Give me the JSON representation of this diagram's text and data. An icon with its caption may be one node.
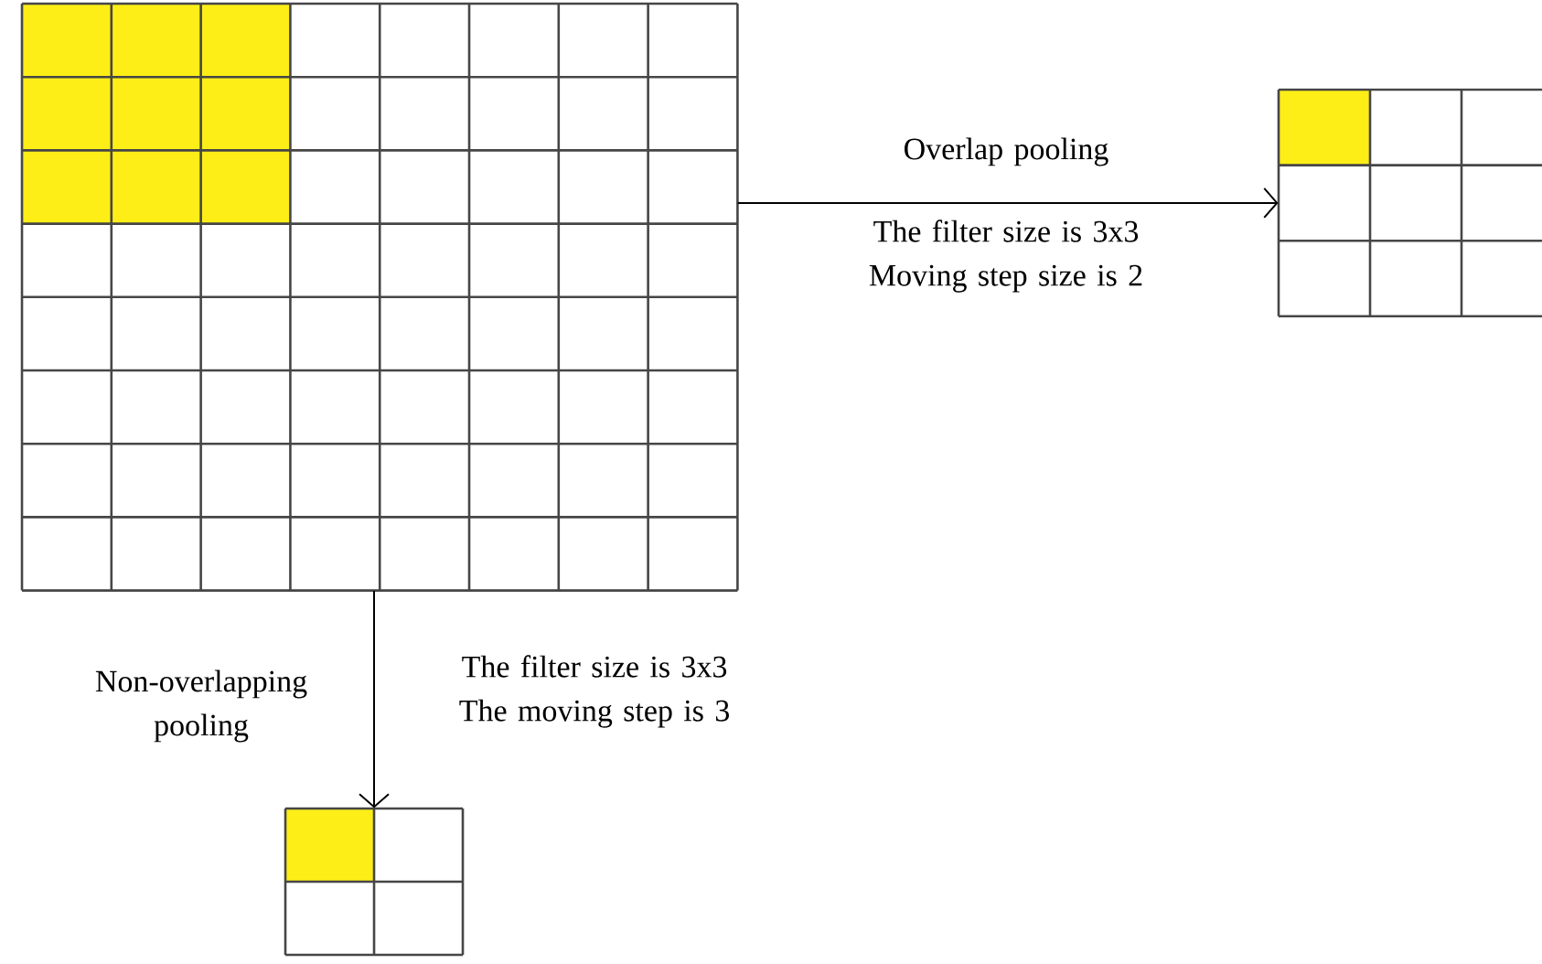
{
  "diagram": {
    "nodes": [
      {
        "text": [],
        "shape": "box"
      },
      {
        "text": [],
        "shape": "box"
      },
      {
        "text": [],
        "shape": "box"
      }
    ],
    "edges": [
      {
        "from": 0,
        "to": 1,
        "arrow": "to",
        "label": "Overlap pooling"
      },
      {
        "from": 0,
        "to": 2,
        "arrow": "to",
        "label": "Non-overlapping pooling"
      }
    ],
    "labels": [
      "The filter size is 3x3 Moving step size is 2",
      "The filter size is 3x3 The moving step is 3"
    ]
  }
}
